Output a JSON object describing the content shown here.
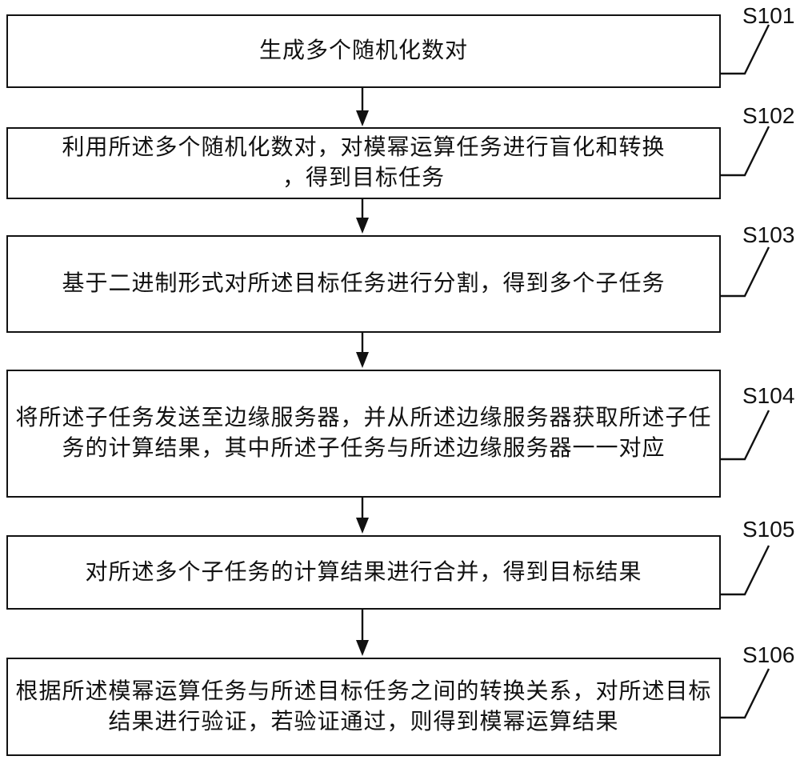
{
  "figure": {
    "type": "flowchart",
    "background_color": "#ffffff",
    "line_color": "#111111",
    "description": "Vertical six-step patent flowchart with step labels S101 to S106"
  },
  "steps": [
    {
      "label": "S101",
      "lines": [
        "生成多个随机化数对"
      ]
    },
    {
      "label": "S102",
      "lines": [
        "利用所述多个随机化数对，对模幂运算任务进行盲化和转换",
        "，得到目标任务"
      ]
    },
    {
      "label": "S103",
      "lines": [
        "基于二进制形式对所述目标任务进行分割，得到多个子任务"
      ]
    },
    {
      "label": "S104",
      "lines": [
        "将所述子任务发送至边缘服务器，并从所述边缘服务器获取所述子任",
        "务的计算结果，其中所述子任务与所述边缘服务器一一对应"
      ]
    },
    {
      "label": "S105",
      "lines": [
        "对所述多个子任务的计算结果进行合并，得到目标结果"
      ]
    },
    {
      "label": "S106",
      "lines": [
        "根据所述模幂运算任务与所述目标任务之间的转换关系，对所述目标",
        "结果进行验证，若验证通过，则得到模幂运算结果"
      ]
    }
  ]
}
